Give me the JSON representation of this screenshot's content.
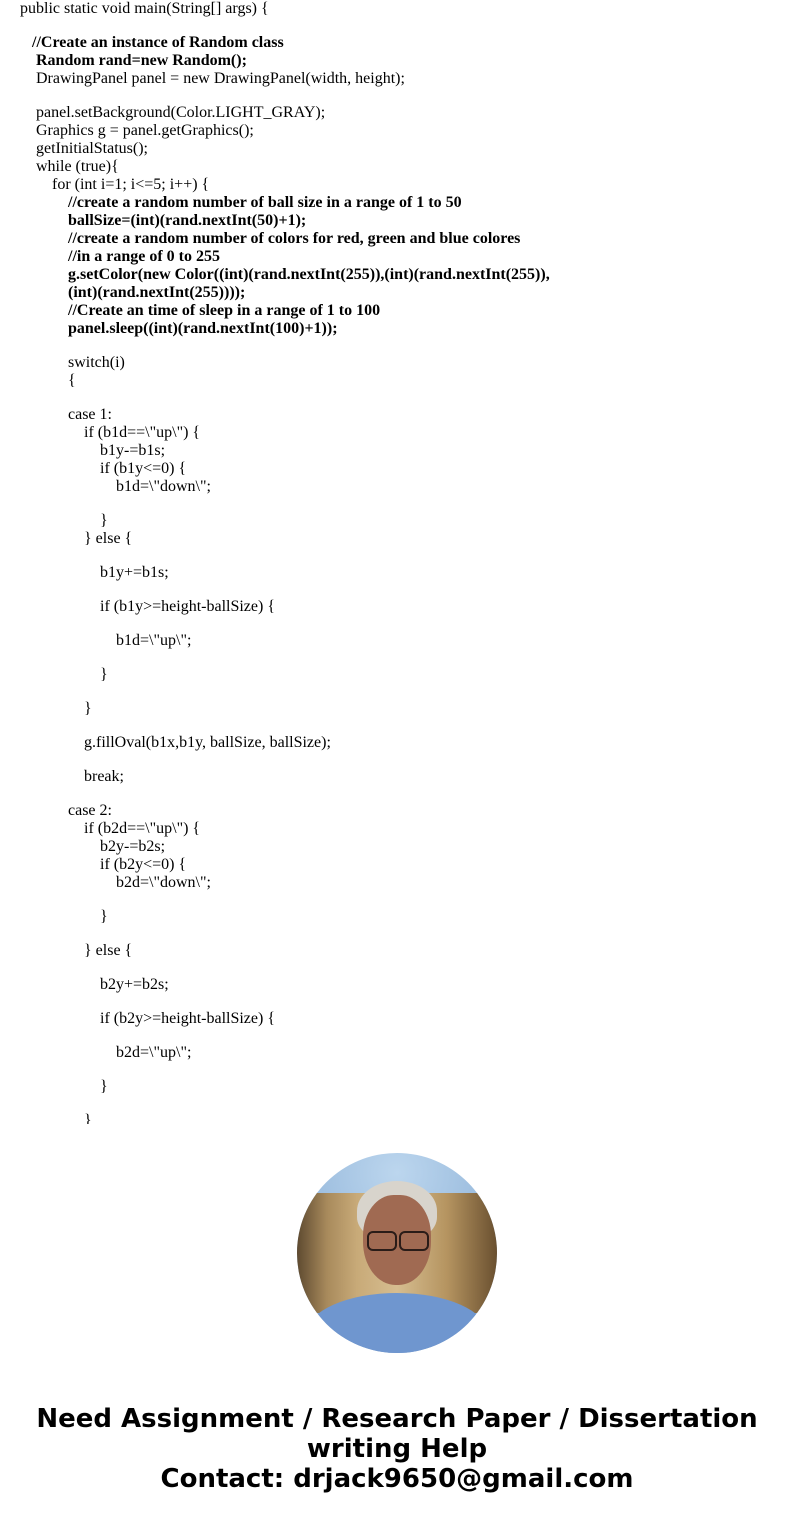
{
  "code_lines": [
    {
      "t": "public static void main(String[] args) {",
      "i": 0,
      "b": false
    },
    {
      "t": "",
      "i": 0,
      "b": false
    },
    {
      "t": "//Create an instance of Random class",
      "i": 1,
      "b": true
    },
    {
      "t": "Random rand=new Random();",
      "i": 2,
      "b": true
    },
    {
      "t": "DrawingPanel panel = new DrawingPanel(width, height);",
      "i": 2,
      "b": false
    },
    {
      "t": "",
      "i": 0,
      "b": false
    },
    {
      "t": "panel.setBackground(Color.LIGHT_GRAY);",
      "i": 2,
      "b": false
    },
    {
      "t": "Graphics g = panel.getGraphics();",
      "i": 2,
      "b": false
    },
    {
      "t": "getInitialStatus();",
      "i": 2,
      "b": false
    },
    {
      "t": "while (true){",
      "i": 2,
      "b": false
    },
    {
      "t": "for (int i=1; i<=5; i++) {",
      "i": 3,
      "b": false
    },
    {
      "t": "//create a random number of ball size in a range of 1 to 50",
      "i": 4,
      "b": true
    },
    {
      "t": "ballSize=(int)(rand.nextInt(50)+1);",
      "i": 4,
      "b": true
    },
    {
      "t": "//create a random number of colors for red, green and blue colores",
      "i": 4,
      "b": true
    },
    {
      "t": "//in a range of 0 to 255",
      "i": 4,
      "b": true
    },
    {
      "t": "g.setColor(new Color((int)(rand.nextInt(255)),(int)(rand.nextInt(255)),",
      "i": 4,
      "b": true
    },
    {
      "t": "(int)(rand.nextInt(255))));",
      "i": 4,
      "b": true
    },
    {
      "t": "//Create an time of sleep in a range of 1 to 100",
      "i": 4,
      "b": true
    },
    {
      "t": "panel.sleep((int)(rand.nextInt(100)+1));",
      "i": 4,
      "b": true
    },
    {
      "t": "",
      "i": 0,
      "b": false
    },
    {
      "t": "switch(i)",
      "i": 4,
      "b": false
    },
    {
      "t": "{",
      "i": 4,
      "b": false
    },
    {
      "t": "",
      "i": 0,
      "b": false
    },
    {
      "t": "case 1:",
      "i": 4,
      "b": false
    },
    {
      "t": "if (b1d==\\\"up\\\") {",
      "i": 5,
      "b": false
    },
    {
      "t": "b1y-=b1s;",
      "i": 6,
      "b": false
    },
    {
      "t": "if (b1y<=0) {",
      "i": 6,
      "b": false
    },
    {
      "t": "b1d=\\\"down\\\";",
      "i": 7,
      "b": false
    },
    {
      "t": "",
      "i": 0,
      "b": false
    },
    {
      "t": "}",
      "i": 6,
      "b": false
    },
    {
      "t": "} else {",
      "i": 5,
      "b": false
    },
    {
      "t": "",
      "i": 0,
      "b": false
    },
    {
      "t": "b1y+=b1s;",
      "i": 6,
      "b": false
    },
    {
      "t": "",
      "i": 0,
      "b": false
    },
    {
      "t": "if (b1y>=height-ballSize) {",
      "i": 6,
      "b": false
    },
    {
      "t": "",
      "i": 0,
      "b": false
    },
    {
      "t": "b1d=\\\"up\\\";",
      "i": 7,
      "b": false
    },
    {
      "t": "",
      "i": 0,
      "b": false
    },
    {
      "t": "}",
      "i": 6,
      "b": false
    },
    {
      "t": "",
      "i": 0,
      "b": false
    },
    {
      "t": "}",
      "i": 5,
      "b": false
    },
    {
      "t": "",
      "i": 0,
      "b": false
    },
    {
      "t": "g.fillOval(b1x,b1y, ballSize, ballSize);",
      "i": 5,
      "b": false
    },
    {
      "t": "",
      "i": 0,
      "b": false
    },
    {
      "t": "break;",
      "i": 5,
      "b": false
    },
    {
      "t": "",
      "i": 0,
      "b": false
    },
    {
      "t": "case 2:",
      "i": 4,
      "b": false
    },
    {
      "t": "if (b2d==\\\"up\\\") {",
      "i": 5,
      "b": false
    },
    {
      "t": "b2y-=b2s;",
      "i": 6,
      "b": false
    },
    {
      "t": "if (b2y<=0) {",
      "i": 6,
      "b": false
    },
    {
      "t": "b2d=\\\"down\\\";",
      "i": 7,
      "b": false
    },
    {
      "t": "",
      "i": 0,
      "b": false
    },
    {
      "t": "}",
      "i": 6,
      "b": false
    },
    {
      "t": "",
      "i": 0,
      "b": false
    },
    {
      "t": "} else {",
      "i": 5,
      "b": false
    },
    {
      "t": "",
      "i": 0,
      "b": false
    },
    {
      "t": "b2y+=b2s;",
      "i": 6,
      "b": false
    },
    {
      "t": "",
      "i": 0,
      "b": false
    },
    {
      "t": "if (b2y>=height-ballSize) {",
      "i": 6,
      "b": false
    },
    {
      "t": "",
      "i": 0,
      "b": false
    },
    {
      "t": "b2d=\\\"up\\\";",
      "i": 7,
      "b": false
    },
    {
      "t": "",
      "i": 0,
      "b": false
    },
    {
      "t": "}",
      "i": 6,
      "b": false
    },
    {
      "t": "",
      "i": 0,
      "b": false
    },
    {
      "t": "}",
      "i": 5,
      "b": false
    }
  ],
  "footer": {
    "line1": "Need Assignment / Research Paper / Dissertation",
    "line2": "writing Help",
    "line3": "Contact: drjack9650@gmail.com"
  }
}
